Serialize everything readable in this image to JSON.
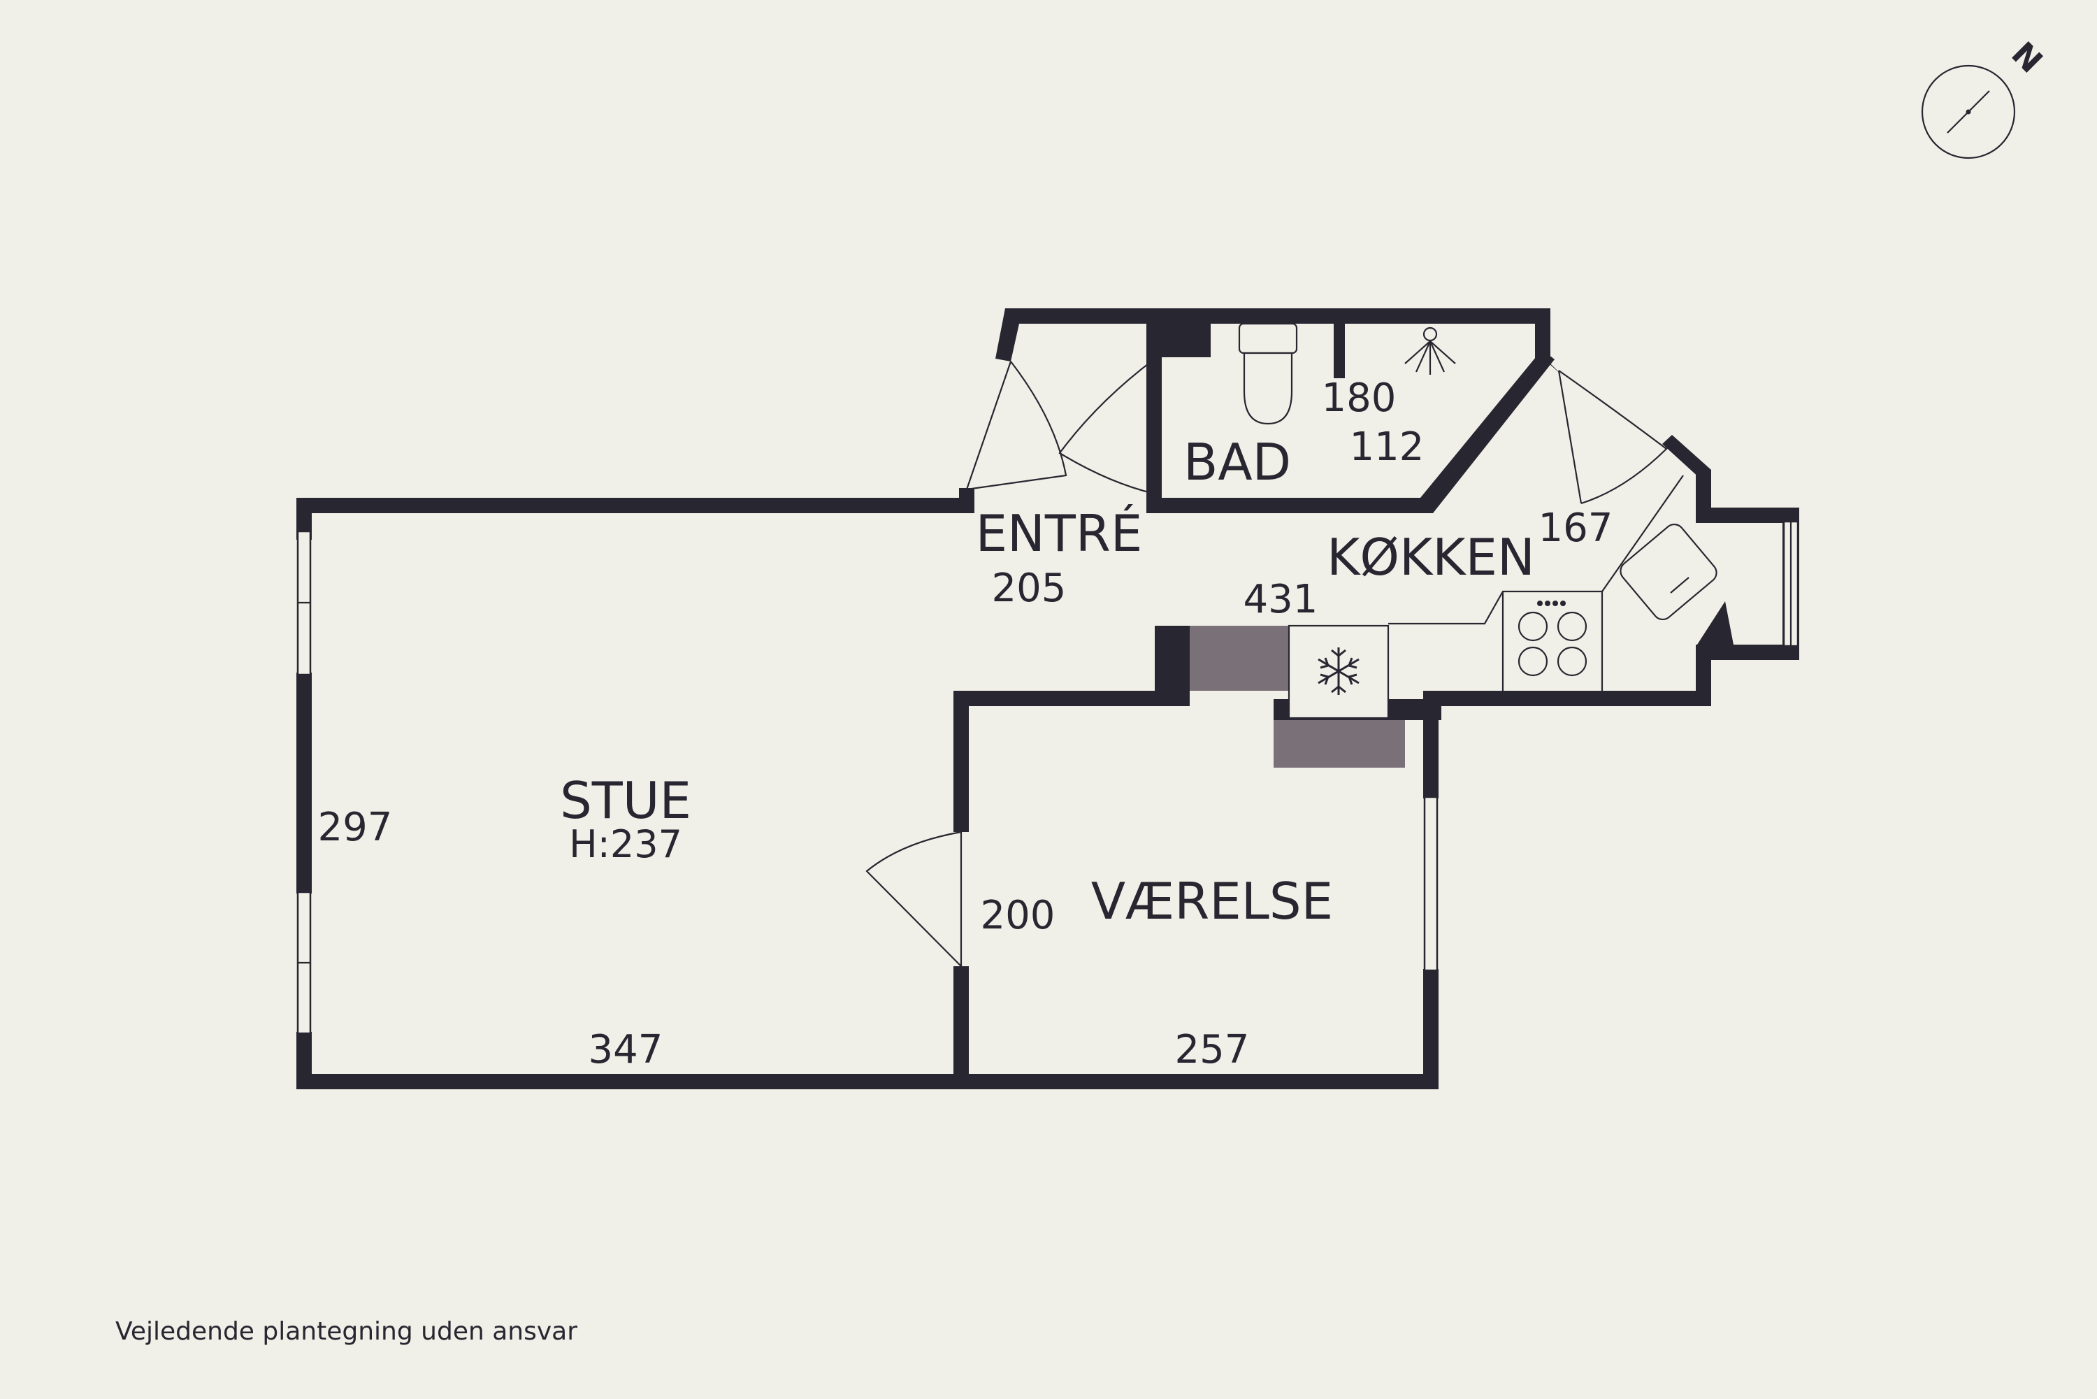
{
  "rooms": {
    "stue": {
      "name": "STUE",
      "height": "H:237",
      "dim_width": "347",
      "dim_depth": "297"
    },
    "entre": {
      "name": "ENTRÉ",
      "dim": "205"
    },
    "bad": {
      "name": "BAD",
      "dim_a": "180",
      "dim_b": "112"
    },
    "kokken": {
      "name": "KØKKEN",
      "dim_a": "167",
      "dim_b": "431"
    },
    "vaerelse": {
      "name": "VÆRELSE",
      "dim_width": "257",
      "dim_depth": "200"
    }
  },
  "compass": {
    "label": "N",
    "icon": "compass-icon"
  },
  "disclaimer": "Vejledende plantegning uden ansvar",
  "colors": {
    "background": "#f1f0e8",
    "walls": "#282630",
    "cabinets": "#7a7078"
  }
}
